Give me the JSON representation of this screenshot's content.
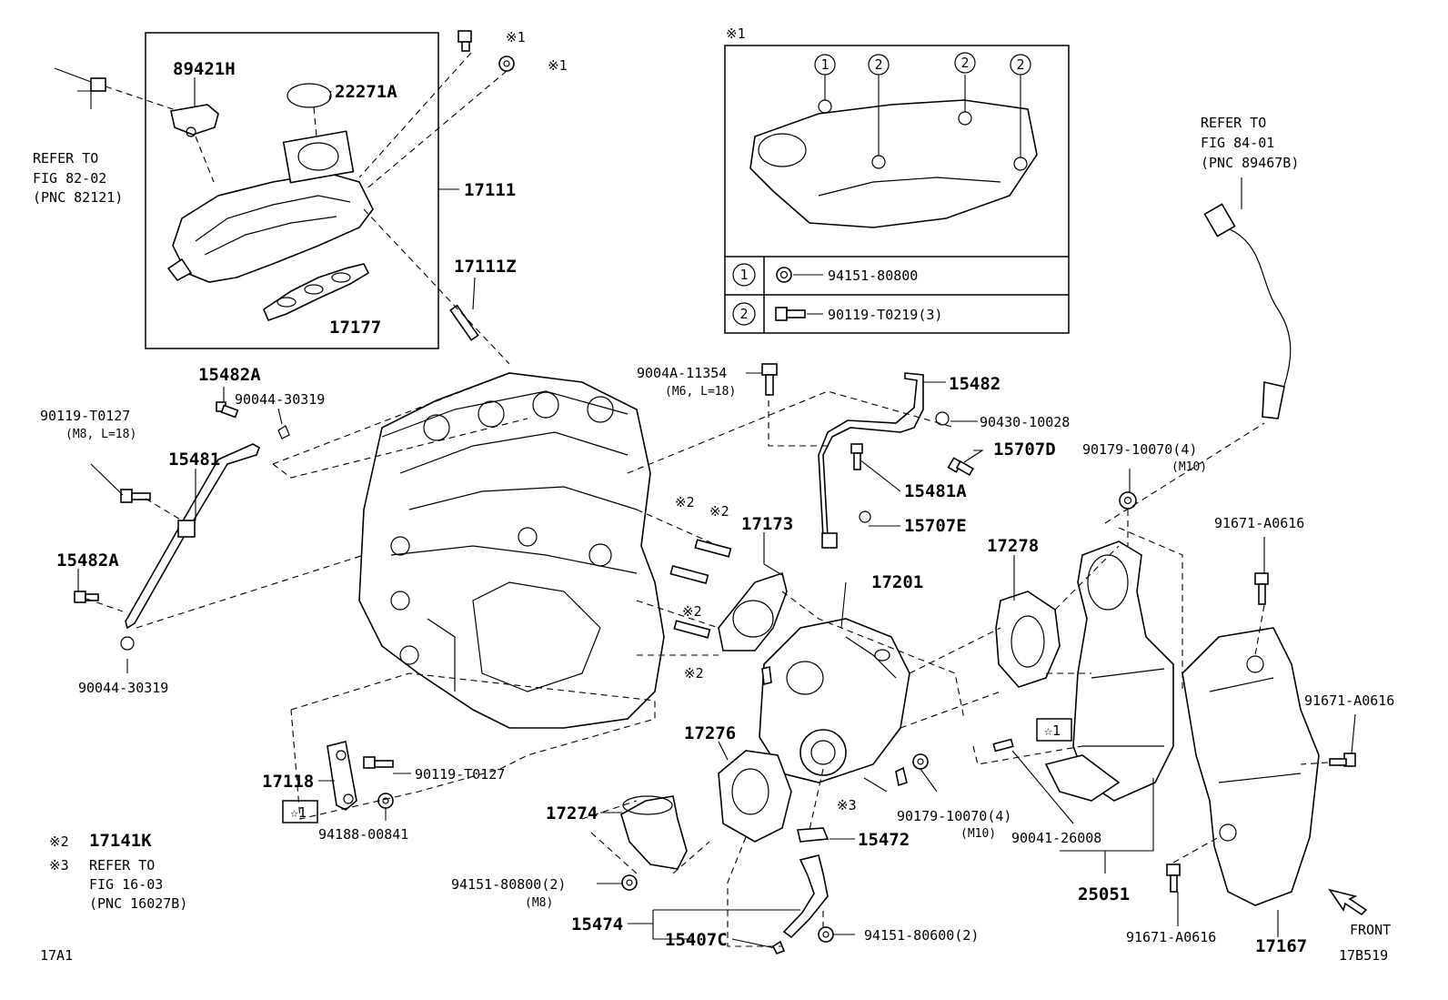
{
  "diagram": {
    "corner_left": "17A1",
    "corner_right": "17B519",
    "direction": "FRONT",
    "callouts": {
      "p89421H": "89421H",
      "p22271A": "22271A",
      "p17111": "17111",
      "p17177": "17177",
      "p17111Z": "17111Z",
      "p15482A_top": "15482A",
      "p90044_top": "90044-30319",
      "p90119_left": "90119-T0127",
      "p90119_left_sub": "(M8, L=18)",
      "p15481": "15481",
      "p15482A_bot": "15482A",
      "p90044_bot": "90044-30319",
      "p9004A": "9004A-11354",
      "p9004A_sub": "(M6, L=18)",
      "p15482": "15482",
      "p90430": "90430-10028",
      "p15707D": "15707D",
      "p15481A": "15481A",
      "p15707E": "15707E",
      "p17173": "17173",
      "p17201": "17201",
      "p17278": "17278",
      "p90179_top": "90179-10070(4)",
      "p90179_top_sub": "(M10)",
      "p91671_a": "91671-A0616",
      "p91671_b": "91671-A0616",
      "p91671_c": "91671-A0616",
      "p17276": "17276",
      "p17274": "17274",
      "p17118": "17118",
      "p90119_bot": "90119-T0127",
      "p94188": "94188-00841",
      "p15472": "15472",
      "p90179_bot": "90179-10070(4)",
      "p90179_bot_sub": "(M10)",
      "p90041": "90041-26008",
      "p25051": "25051",
      "p94151_a": "94151-80800(2)",
      "p94151_a_sub": "(M8)",
      "p15474": "15474",
      "p15407C": "15407C",
      "p94151_b": "94151-80600(2)",
      "p17167": "17167"
    },
    "marks": {
      "n1": "※1",
      "n2": "※2",
      "n3": "※3",
      "star1": "☆1"
    },
    "refer_notes": {
      "left": [
        "REFER TO",
        "FIG 82-02",
        "(PNC 82121)"
      ],
      "right": [
        "REFER TO",
        "FIG 84-01",
        "(PNC 89467B)"
      ]
    },
    "legend": {
      "n2_note": "17141K",
      "n3_note": [
        "REFER TO",
        "FIG 16-03",
        "(PNC 16027B)"
      ]
    },
    "inset": {
      "mark": "※1",
      "circle_1": "1",
      "circle_2": "2",
      "row1_part": "94151-80800",
      "row2_part": "90119-T0219(3)"
    }
  }
}
